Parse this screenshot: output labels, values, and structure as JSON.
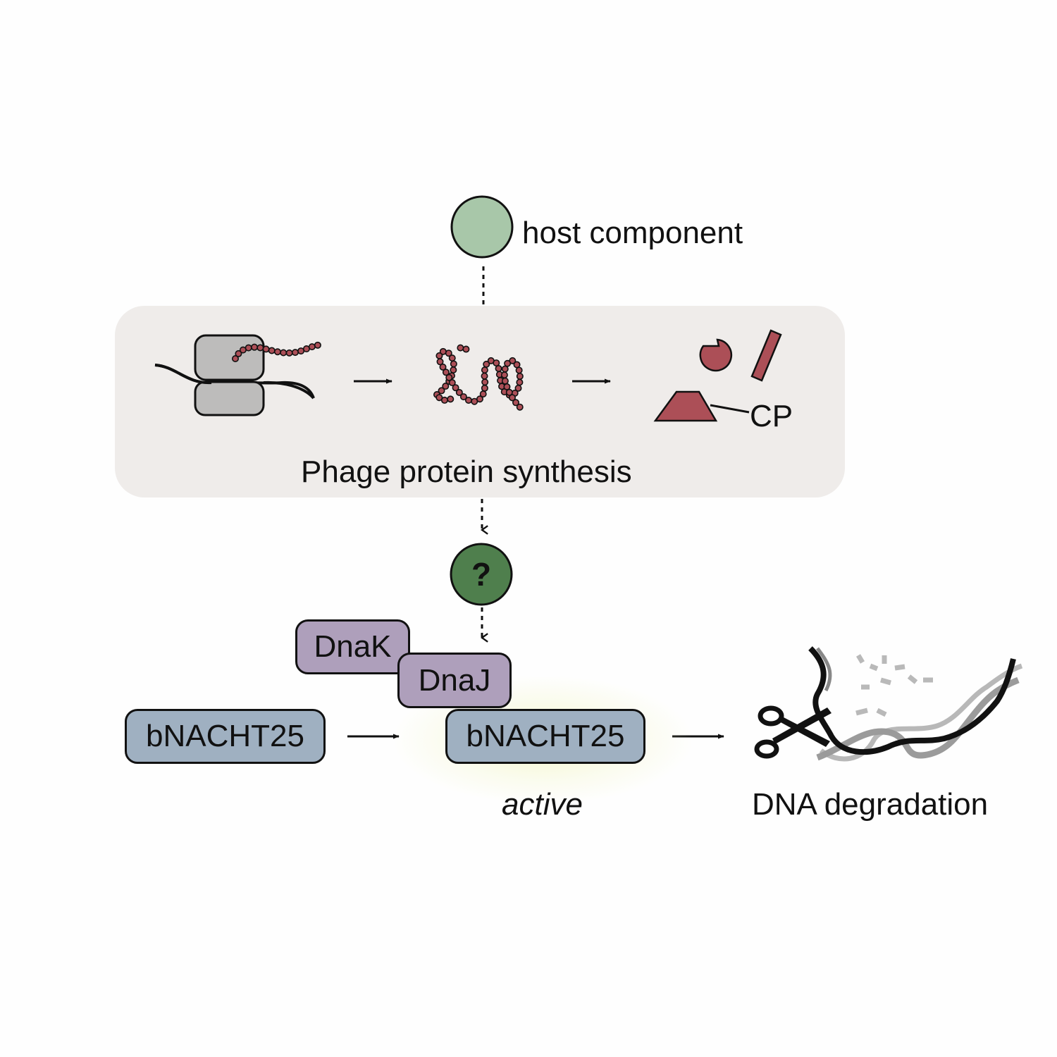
{
  "labels": {
    "host_component": "host component",
    "cp": "CP",
    "synthesis": "Phage protein synthesis",
    "question": "?",
    "active": "active",
    "dna_degradation": "DNA degradation"
  },
  "boxes": {
    "dnak": "DnaK",
    "dnaj": "DnaJ",
    "bnacht_inactive": "bNACHT25",
    "bnacht_active": "bNACHT25"
  },
  "colors": {
    "host_circle": "#a8c7a9",
    "question_circle": "#4f7f4d",
    "panel_bg": "#efecea",
    "ribosome": "#bdbcbb",
    "protein": "#ac4f57",
    "chaperone": "#ae9fbb",
    "bnacht": "#9fb0c1"
  },
  "icons": [
    "ribosome-icon",
    "polypeptide-chain-icon",
    "folded-protein-icon",
    "protein-fragments-icon",
    "scissors-icon",
    "dna-ribbon-icon"
  ]
}
